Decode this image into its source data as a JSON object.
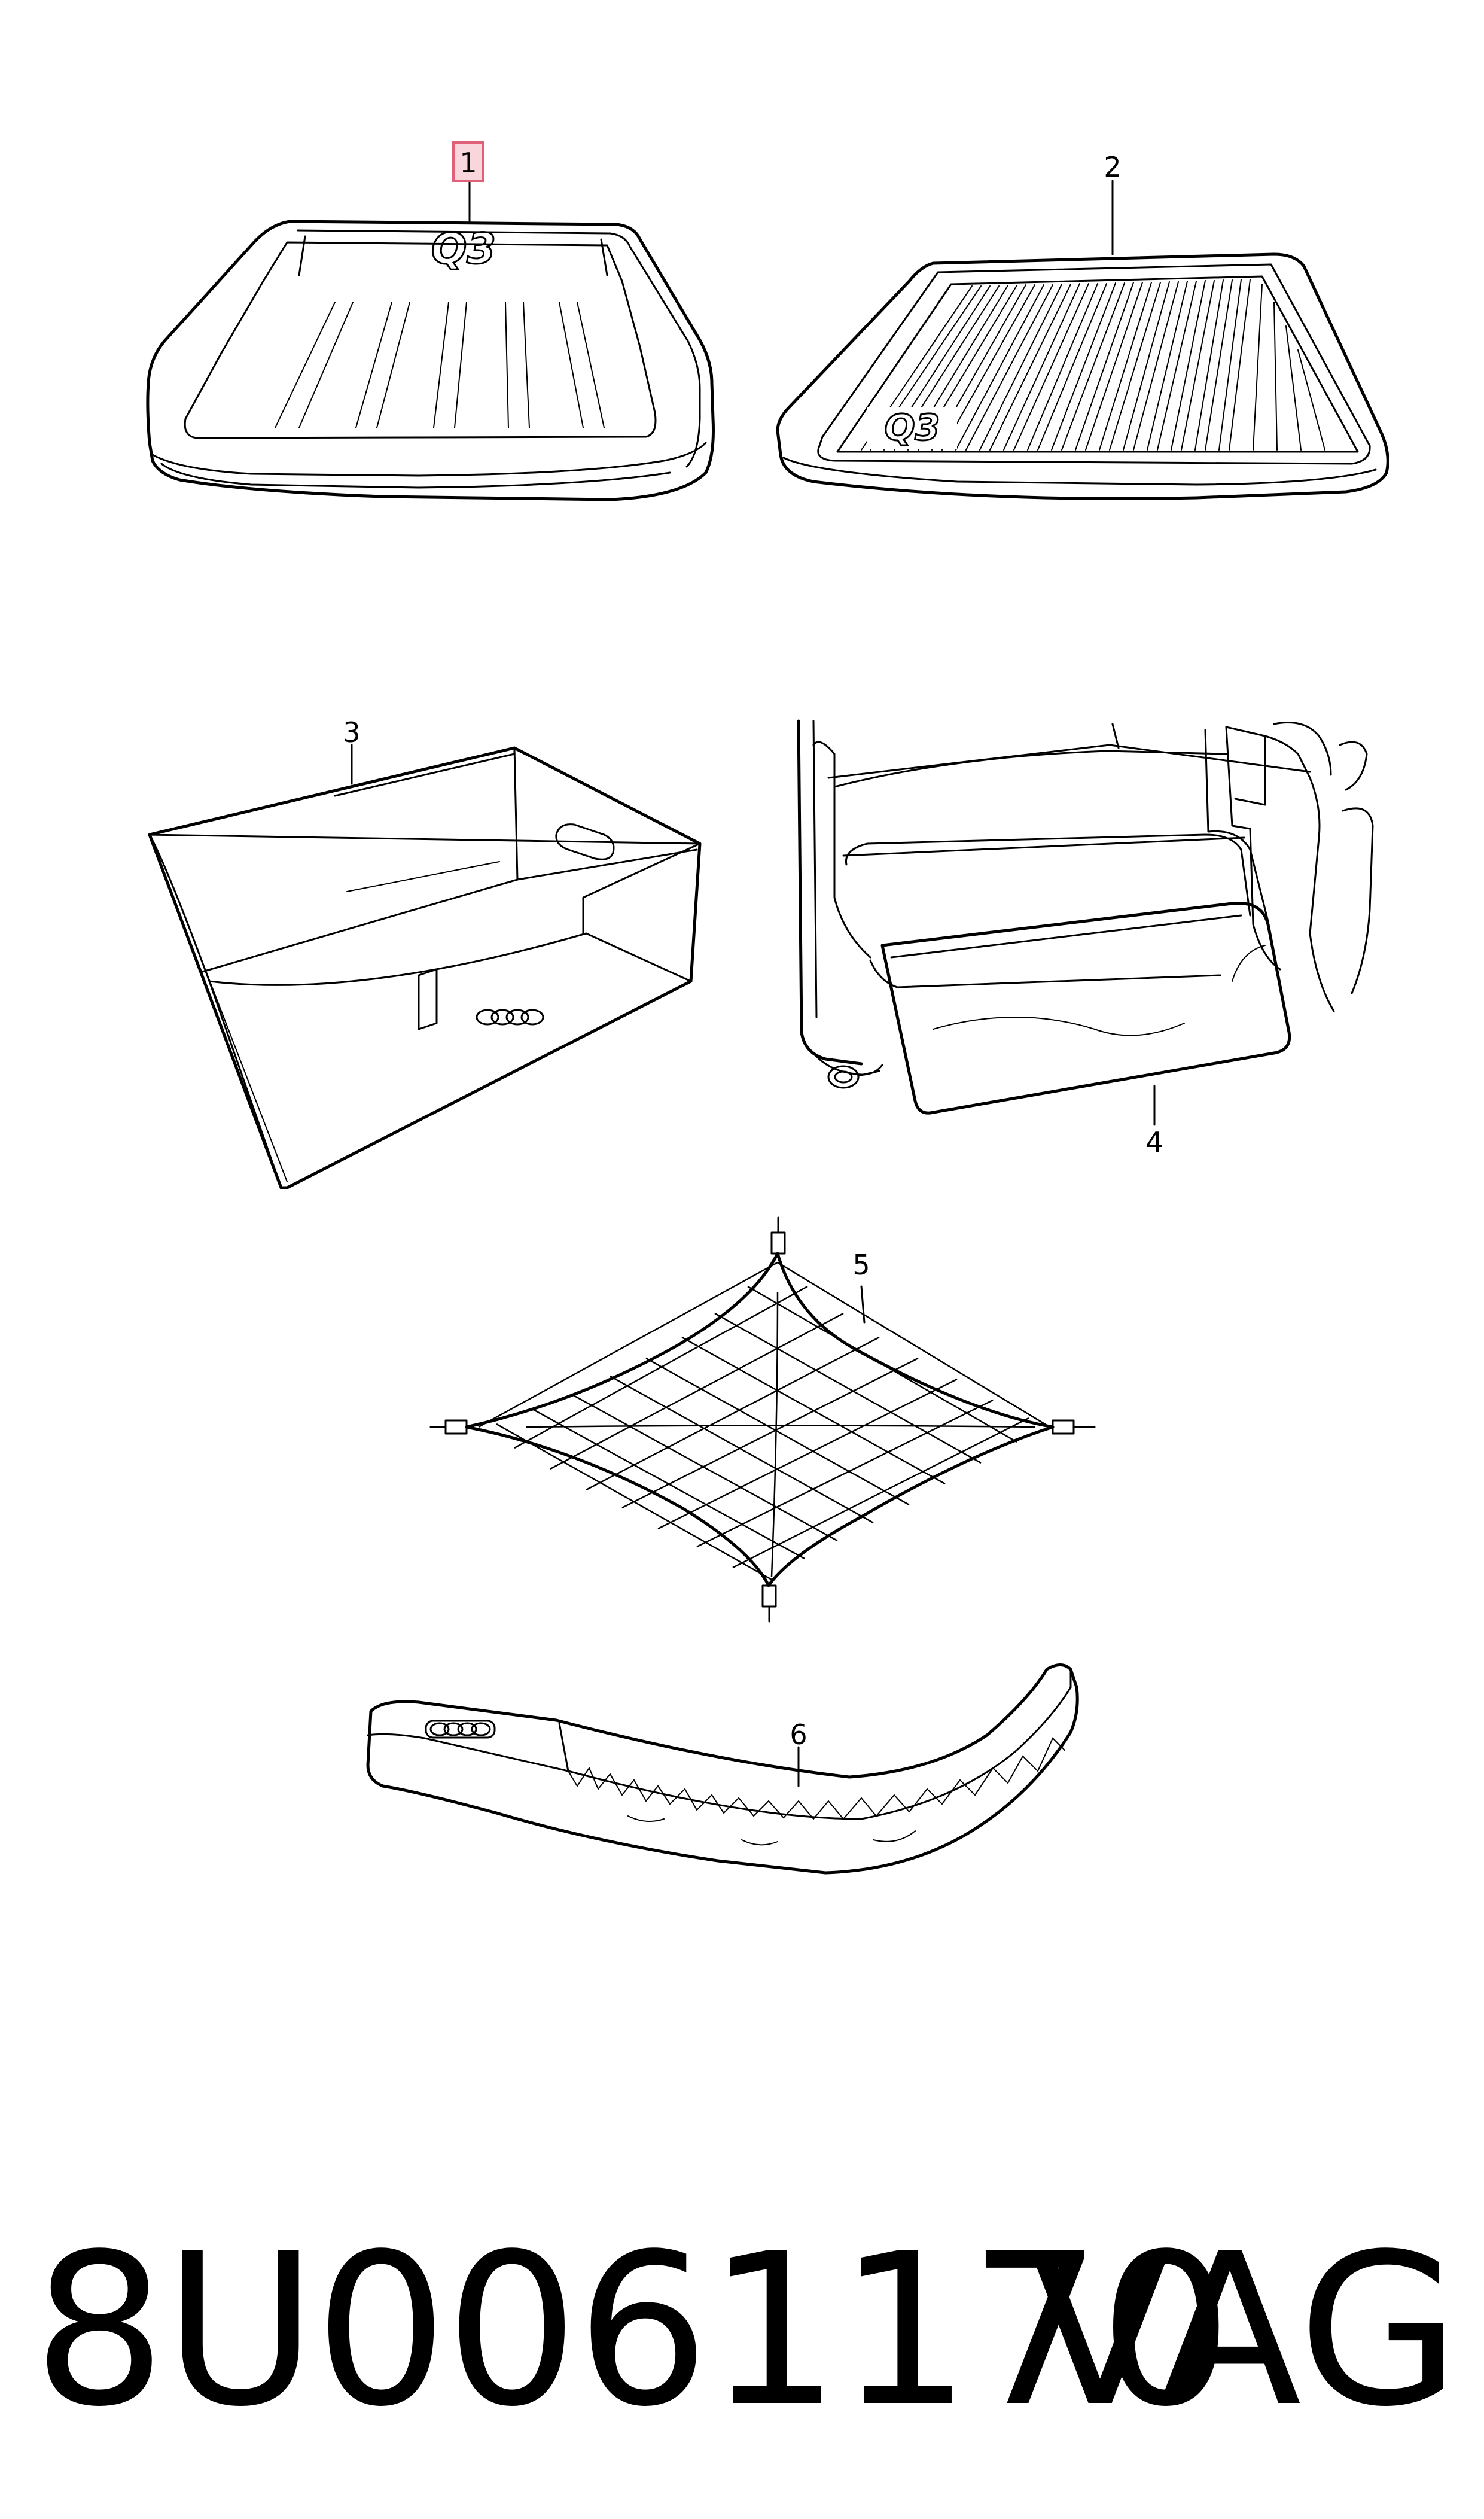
{
  "callouts": {
    "c1": "1",
    "c2": "2",
    "c3": "3",
    "c4": "4",
    "c5": "5",
    "c6": "6"
  },
  "embossing": {
    "tray1_logo": "Q3",
    "tray2_logo": "Q3"
  },
  "footer": {
    "part_number": "8U0061170",
    "brand": "VAG"
  },
  "colors": {
    "highlight_fill": "#f9d6dc",
    "highlight_border": "#e0607a",
    "ink": "#000000",
    "background": "#ffffff"
  }
}
